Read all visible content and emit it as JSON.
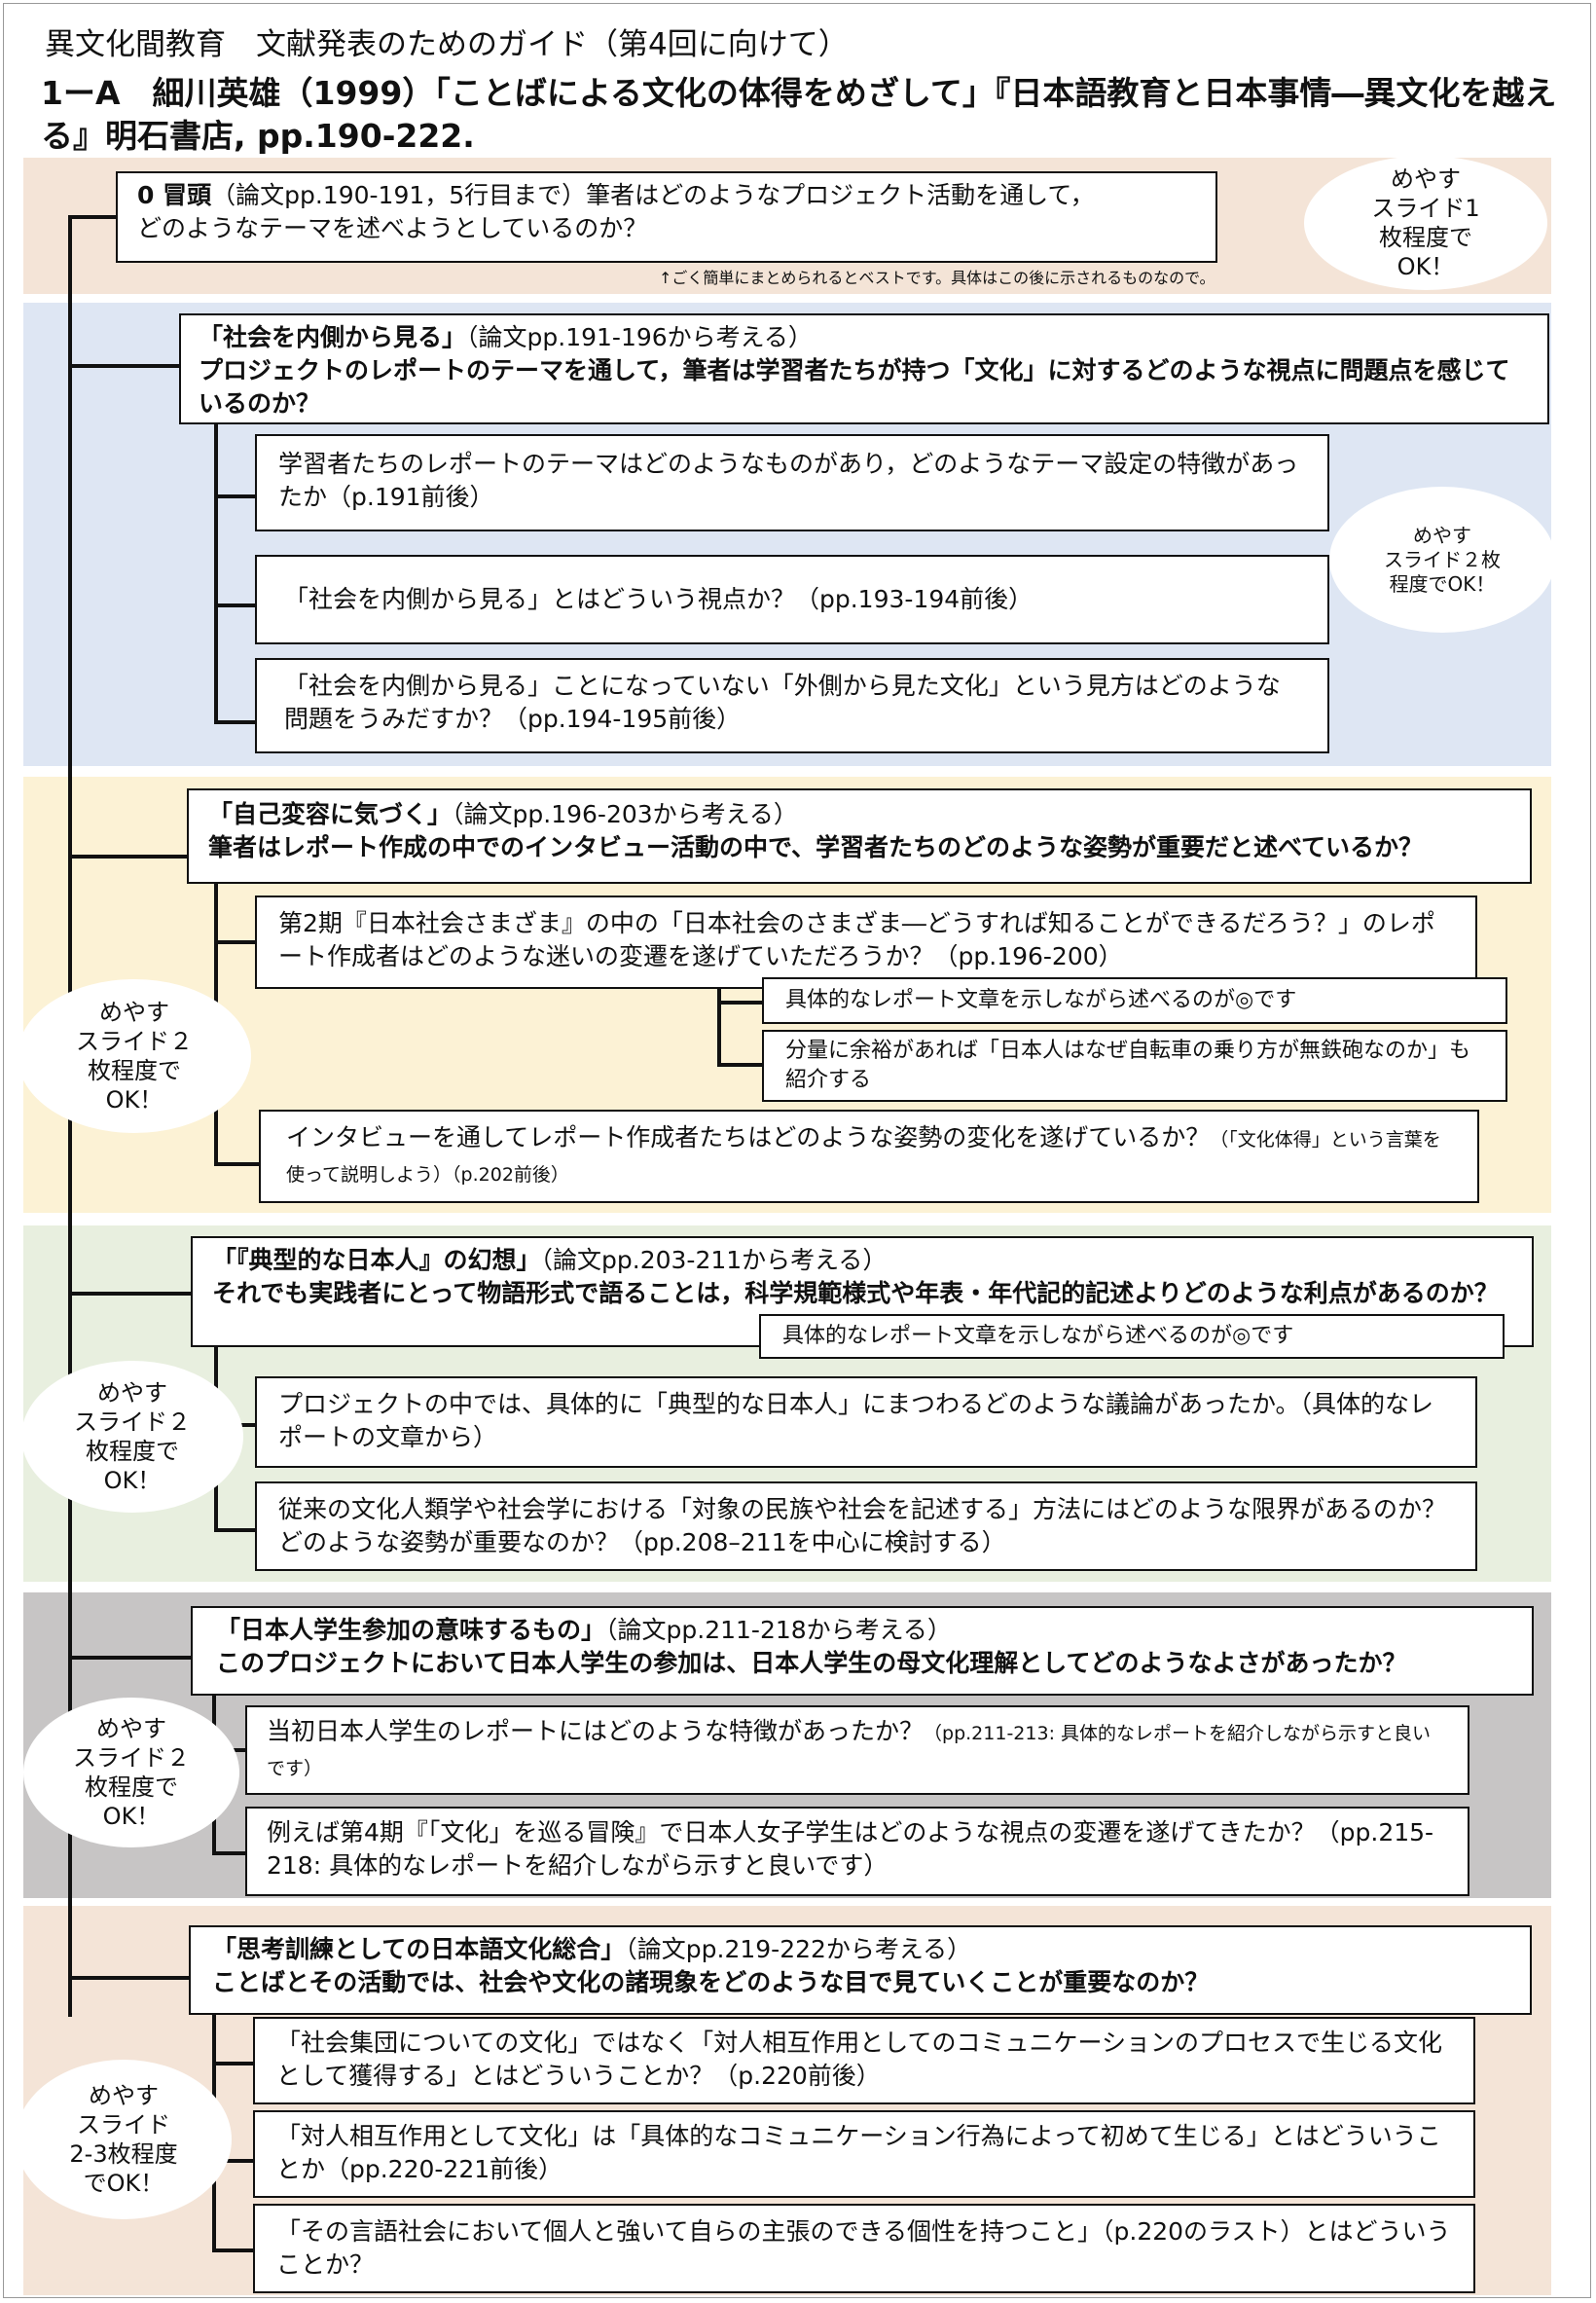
{
  "colors": {
    "peach": "#f4e4d7",
    "blue": "#dee6f3",
    "yellow": "#fcf2d5",
    "green": "#e8efdf",
    "gray": "#c7c5c5",
    "peach2": "#f4e4d7"
  },
  "header": "異文化間教育　文献発表のためのガイド（第4回に向けて）",
  "title": "1ーA　細川英雄（1999）「ことばによる文化の体得をめざして」『日本語教育と日本事情―異文化を越える』明石書店, pp.190-222.",
  "sec0": {
    "b": "0 冒頭",
    "t1": "（論文pp.190-191，5行目まで）筆者はどのようなプロジェクト活動を通して，",
    "t2": "どのようなテーマを述べようとしているのか？",
    "note": "↑ごく簡単にまとめられるとベストです。具体はこの後に示されるものなので。",
    "ell": "めやす\nスライド1\n枚程度で\nOK！"
  },
  "sec1": {
    "hb": "「社会を内側から見る」",
    "hn": "（論文pp.191-196から考える）",
    "q": "プロジェクトのレポートのテーマを通して，筆者は学習者たちが持つ「文化」に対するどのような視点に問題点を感じているのか？",
    "s1": "学習者たちのレポートのテーマはどのようなものがあり，どのようなテーマ設定の特徴があったか（p.191前後）",
    "s2": "「社会を内側から見る」とはどういう視点か？（pp.193-194前後）",
    "s3": "「社会を内側から見る」ことになっていない「外側から見た文化」という見方はどのような問題をうみだすか？（pp.194-195前後）",
    "ell": "めやす\nスライド２枚\n程度でOK！"
  },
  "sec2": {
    "hb": "「自己変容に気づく」",
    "hn": "（論文pp.196-203から考える）",
    "q": "筆者はレポート作成の中でのインタビュー活動の中で、学習者たちのどのような姿勢が重要だと述べているか？",
    "s1": "第2期『日本社会さまざま』の中の「日本社会のさまざま―どうすれば知ることができるだろう？」のレポート作成者はどのような迷いの変遷を遂げていただろうか？（pp.196-200）",
    "n1": "具体的なレポート文章を示しながら述べるのが◎です",
    "n2": "分量に余裕があれば「日本人はなぜ自転車の乗り方が無鉄砲なのか」も紹介する",
    "s2a": "インタビューを通してレポート作成者たちはどのような姿勢の変化を遂げているか？",
    "s2b": "（「文化体得」という言葉を使って説明しよう）（p.202前後）",
    "ell": "めやす\nスライド２\n枚程度で\nOK！"
  },
  "sec3": {
    "hb": "「『典型的な日本人』の幻想」",
    "hn": "（論文pp.203-211から考える）",
    "q": "それでも実践者にとって物語形式で語ることは，科学規範様式や年表・年代記的記述よりどのような利点があるのか？",
    "n1": "具体的なレポート文章を示しながら述べるのが◎です",
    "s1": "プロジェクトの中では、具体的に「典型的な日本人」にまつわるどのような議論があったか。（具体的なレポートの文章から）",
    "s2": "従来の文化人類学や社会学における「対象の民族や社会を記述する」方法にはどのような限界があるのか？　どのような姿勢が重要なのか？（pp.208–211を中心に検討する）",
    "ell": "めやす\nスライド２\n枚程度で\nOK！"
  },
  "sec4": {
    "hb": "「日本人学生参加の意味するもの」",
    "hn": "（論文pp.211-218から考える）",
    "q": "このプロジェクトにおいて日本人学生の参加は、日本人学生の母文化理解としてどのようなよさがあったか？",
    "s1a": "当初日本人学生のレポートにはどのような特徴があったか？",
    "s1b": "（pp.211-213: 具体的なレポートを紹介しながら示すと良いです）",
    "s2": "例えば第4期『「文化」を巡る冒険』で日本人女子学生はどのような視点の変遷を遂げてきたか？（pp.215-218: 具体的なレポートを紹介しながら示すと良いです）",
    "ell": "めやす\nスライド２\n枚程度で\nOK！"
  },
  "sec5": {
    "hb": "「思考訓練としての日本語文化総合」",
    "hn": "（論文pp.219-222から考える）",
    "q": "ことばとその活動では、社会や文化の諸現象をどのような目で見ていくことが重要なのか？",
    "s1": "「社会集団についての文化」ではなく「対人相互作用としてのコミュニケーションのプロセスで生じる文化として獲得する」とはどういうことか？（p.220前後）",
    "s2": "「対人相互作用として文化」は「具体的なコミュニケーション行為によって初めて生じる」とはどういうことか（pp.220-221前後）",
    "s3": "「その言語社会において個人と強いて自らの主張のできる個性を持つこと」（p.220のラスト）とはどういうことか？",
    "ell": "めやす\nスライド\n2-3枚程度\nでOK！"
  }
}
